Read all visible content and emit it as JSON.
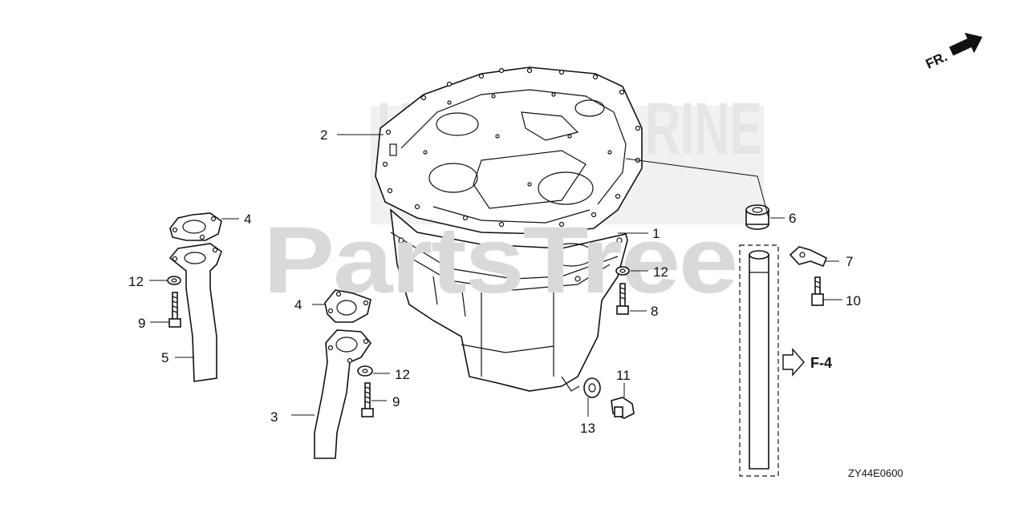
{
  "watermark": {
    "brand": "PartsTree",
    "background": "HONDA MARINE"
  },
  "orientation": {
    "label": "FR."
  },
  "reference": {
    "label": "F-4"
  },
  "diagram_code": "ZY44E0600",
  "callouts": {
    "c1": "1",
    "c2": "2",
    "c3": "3",
    "c4a": "4",
    "c4b": "4",
    "c5": "5",
    "c6": "6",
    "c7": "7",
    "c8": "8",
    "c9a": "9",
    "c9b": "9",
    "c10": "10",
    "c11": "11",
    "c12a": "12",
    "c12b": "12",
    "c12c": "12",
    "c13": "13"
  }
}
